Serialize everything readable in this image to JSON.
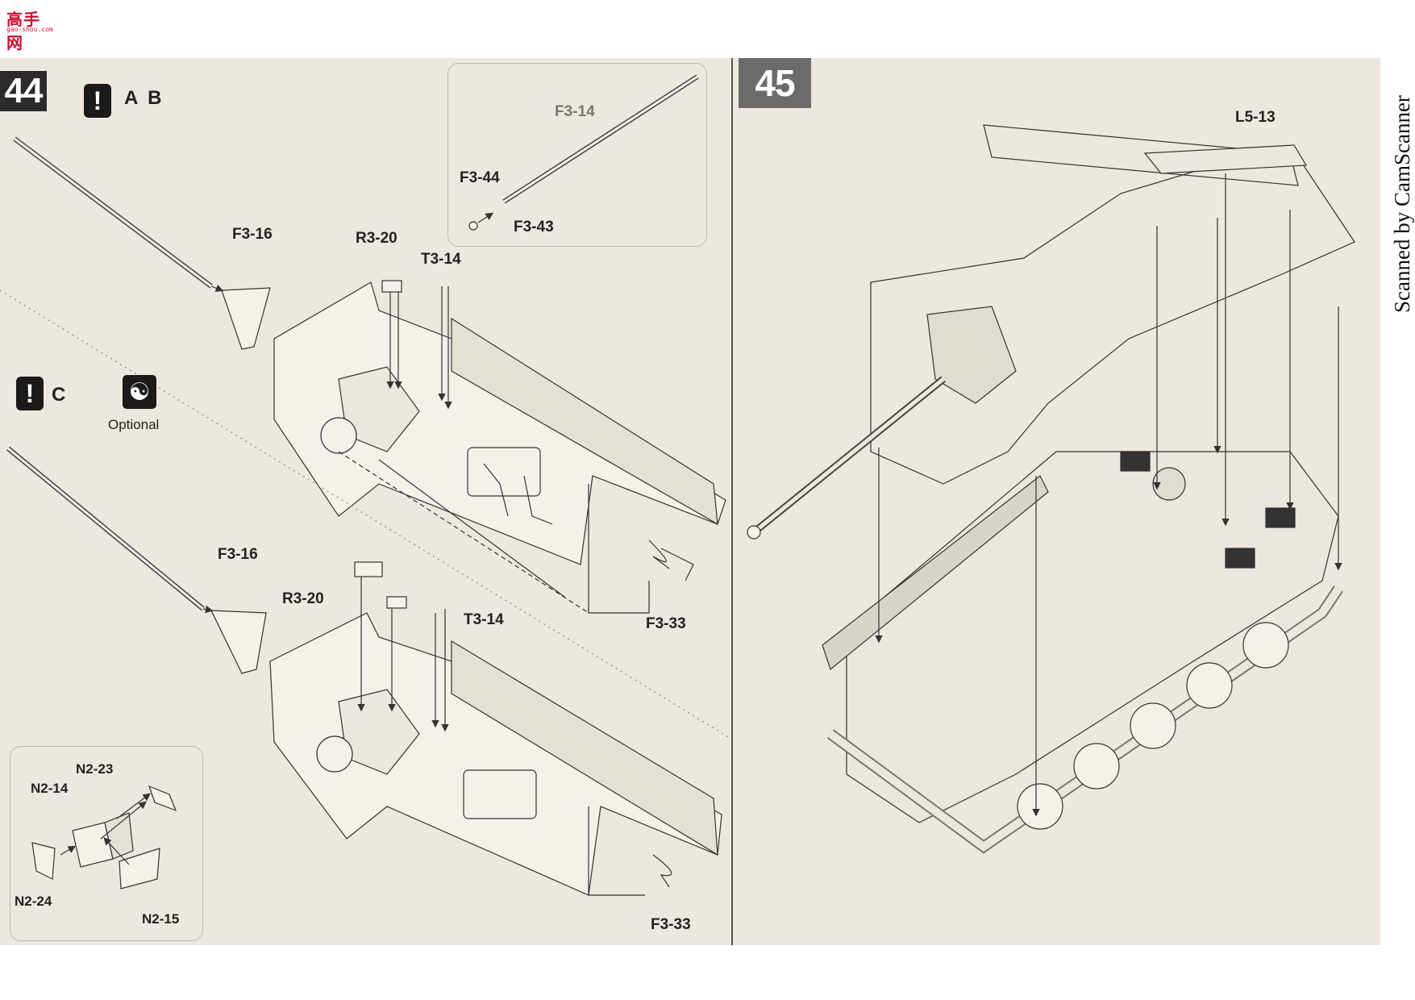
{
  "logo": {
    "name": "高手网",
    "url_text": "gao-shou.com"
  },
  "scanner_text": "Scanned by CamScanner",
  "step44": {
    "number": "44",
    "flag_ab": "A B",
    "flag_c": "C",
    "optional_label": "Optional",
    "upper_parts": [
      "F3-16",
      "R3-20",
      "T3-14",
      "F3-33"
    ],
    "lower_parts": [
      "F3-16",
      "R3-20",
      "T3-14",
      "F3-33"
    ],
    "gun_inset_parts": [
      "F3-14",
      "F3-44",
      "F3-43"
    ],
    "box_inset_parts": [
      "N2-23",
      "N2-14",
      "N2-24",
      "N2-15"
    ]
  },
  "step45": {
    "number": "45",
    "parts": [
      "L5-13"
    ]
  }
}
